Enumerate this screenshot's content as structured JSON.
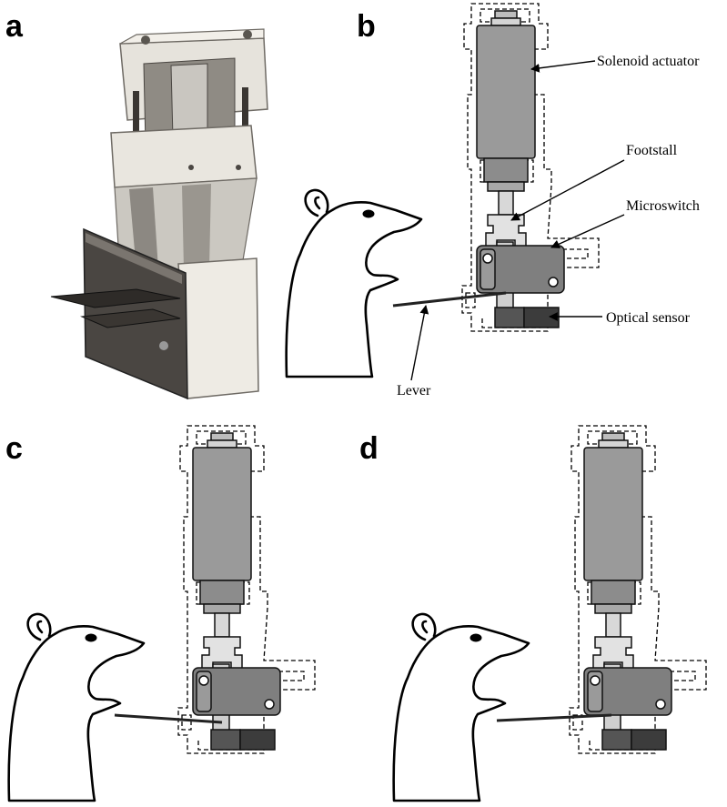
{
  "panels": {
    "a": "a",
    "b": "b",
    "c": "c",
    "d": "d"
  },
  "labels": {
    "solenoid": "Solenoid actuator",
    "footstall": "Footstall",
    "microswitch": "Microswitch",
    "optical": "Optical sensor",
    "lever": "Lever"
  },
  "colors": {
    "solenoid_body": "#9a9a9a",
    "footstall": "#e2e2e2",
    "microswitch": "#7f7f7f",
    "optical_sensor": "#3c3c3c",
    "photo_plastic": "#e6e3dc",
    "photo_metal": "#4a4642"
  }
}
